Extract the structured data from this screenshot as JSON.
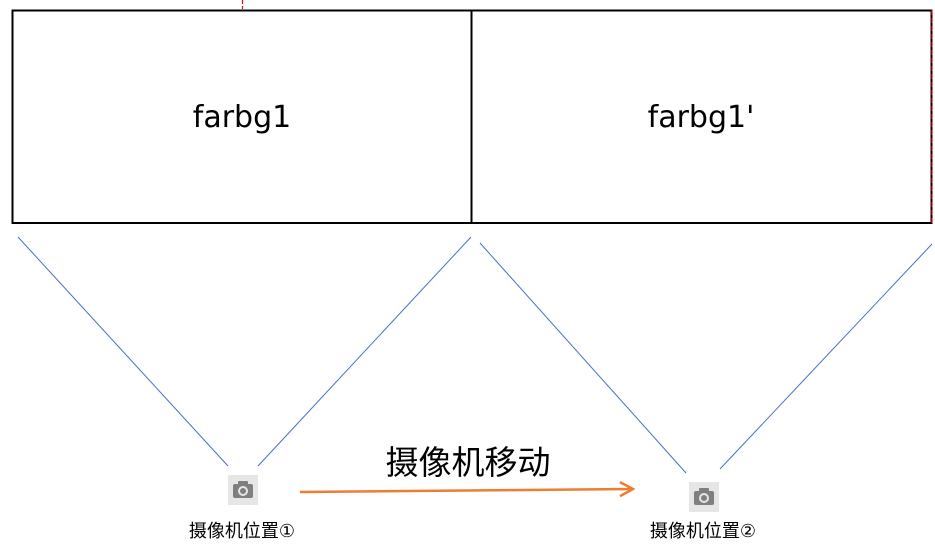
{
  "panels": {
    "left": {
      "label": "farbg1"
    },
    "right": {
      "label": "farbg1'"
    }
  },
  "cameras": {
    "position_1": {
      "label": "摄像机位置①",
      "icon": "camera-icon"
    },
    "position_2": {
      "label": "摄像机位置②",
      "icon": "camera-icon"
    }
  },
  "movement": {
    "label": "摄像机移动"
  },
  "colors": {
    "frame": "#000000",
    "view_lines": "#4472C4",
    "movement_arrow": "#ED7D31",
    "guide_marks": "#FF0000",
    "icon_background": "#E6E6E6",
    "icon_glyph": "#7F7F7F"
  }
}
